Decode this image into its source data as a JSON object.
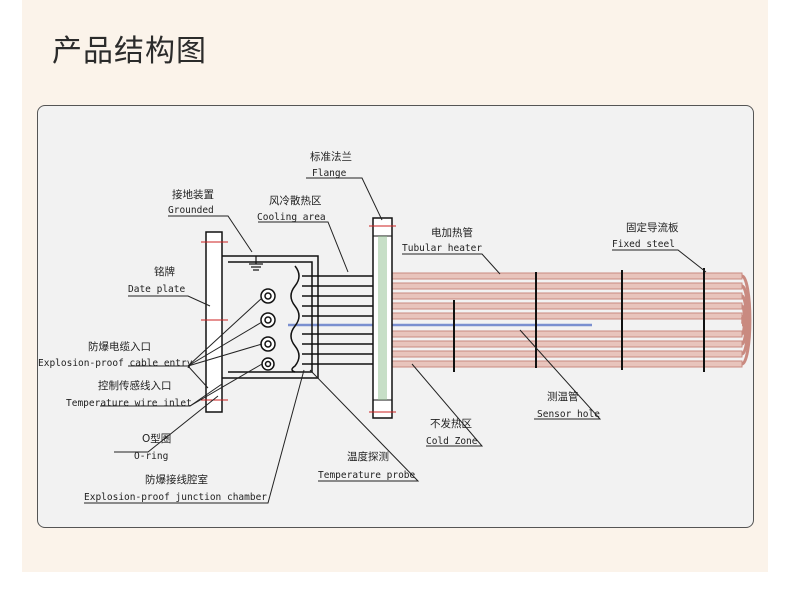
{
  "title": "产品结构图",
  "labels": {
    "flange_zh": "标准法兰",
    "flange_en": "Flange",
    "cooling_zh": "风冷散热区",
    "cooling_en": "Cooling area",
    "grounded_zh": "接地装置",
    "grounded_en": "Grounded",
    "heater_zh": "电加热管",
    "heater_en": "Tubular heater",
    "fixed_zh": "固定导流板",
    "fixed_en": "Fixed steel",
    "plate_zh": "铭牌",
    "plate_en": "Date plate",
    "cable_zh": "防爆电缆入口",
    "cable_en": "Explosion-proof cable entry",
    "tempwire_zh": "控制传感线入口",
    "tempwire_en": "Temperature wire inlet",
    "oring_zh": "O型圈",
    "oring_en": "O-ring",
    "chamber_zh": "防爆接线腔室",
    "chamber_en": "Explosion-proof junction chamber",
    "probe_zh": "温度探测",
    "probe_en": "Temperature probe",
    "cold_zh": "不发热区",
    "cold_en": "Cold Zone",
    "sensor_zh": "测温管",
    "sensor_en": "Sensor hole"
  },
  "colors": {
    "tube": "#c98a80",
    "tube_highlight": "#e8c4bc",
    "line": "#222222",
    "flange_fill": "#8fbf8f",
    "sensor": "#7a8fd0"
  }
}
